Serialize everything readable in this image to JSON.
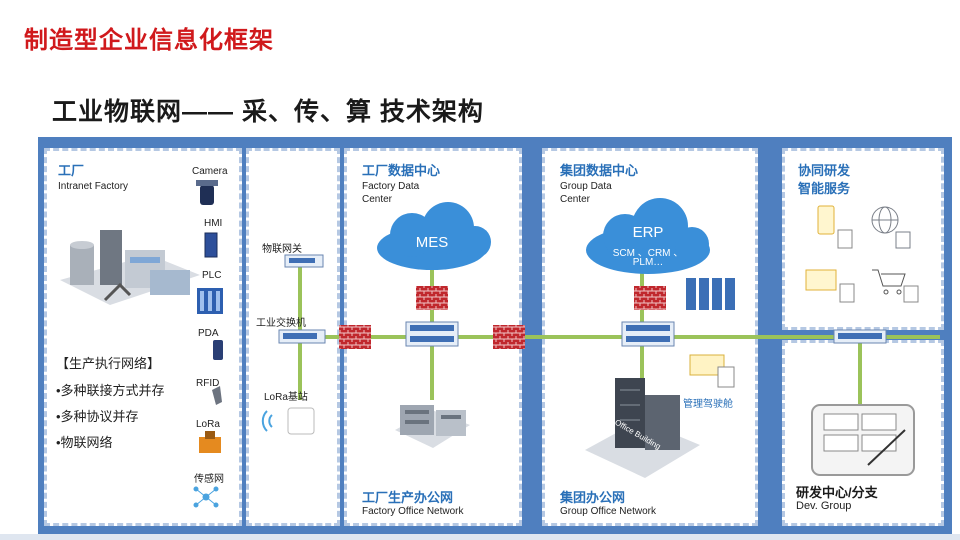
{
  "title": "制造型企业信息化框架",
  "subtitle": "工业物联网—— 采、传、算 技术架构",
  "factory": {
    "title": "工厂",
    "subtitle": "Intranet Factory",
    "devices": [
      "Camera",
      "HMI",
      "PLC",
      "PDA",
      "RFID",
      "LoRa",
      "传感网"
    ],
    "bullets": [
      "【生产执行网络】",
      "•多种联接方式并存",
      "•多种协议并存",
      "•物联网络"
    ]
  },
  "gateway": {
    "iot_gateway": "物联网关",
    "industrial_switch": "工业交换机",
    "lora_base": "LoRa基站"
  },
  "factory_dc": {
    "title": "工厂数据中心",
    "subtitle_1": "Factory Data",
    "subtitle_2": "Center",
    "cloud": "MES",
    "office_title": "工厂生产办公网",
    "office_subtitle": "Factory Office Network"
  },
  "group_dc": {
    "title": "集团数据中心",
    "subtitle_1": "Group Data",
    "subtitle_2": "Center",
    "cloud_main": "ERP",
    "cloud_sub_1": "SCM 、CRM 、",
    "cloud_sub_2": "PLM…",
    "cockpit": "管理驾驶舱",
    "building": "Office Building",
    "office_title": "集团办公网",
    "office_subtitle": "Group Office Network"
  },
  "rd": {
    "title_1": "协同研发",
    "title_2": "智能服务",
    "center_title": "研发中心/分支",
    "center_subtitle": "Dev. Group"
  },
  "colors": {
    "title_red": "#d0191c",
    "frame_blue": "#4f7fbf",
    "zone_title_blue": "#2a70b8",
    "link_green": "#9bc35a",
    "cloud_blue": "#3a8fd9",
    "firewall_red": "#c0272d"
  }
}
